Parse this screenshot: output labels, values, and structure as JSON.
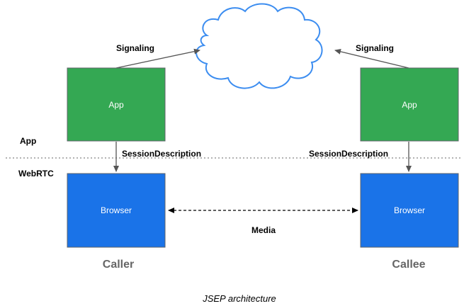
{
  "layers": {
    "app": "App",
    "webrtc": "WebRTC"
  },
  "caller": {
    "app_box": "App",
    "browser_box": "Browser",
    "signaling": "Signaling",
    "session_description": "SessionDescription",
    "party_label": "Caller"
  },
  "callee": {
    "app_box": "App",
    "browser_box": "Browser",
    "signaling": "Signaling",
    "session_description": "SessionDescription",
    "party_label": "Callee"
  },
  "media_label": "Media",
  "caption": "JSEP architecture",
  "colors": {
    "app_green": "#34a853",
    "browser_blue": "#1a73e8",
    "cloud_outline": "#3c8df0",
    "box_border": "#5f6368",
    "party_text": "#666666"
  }
}
